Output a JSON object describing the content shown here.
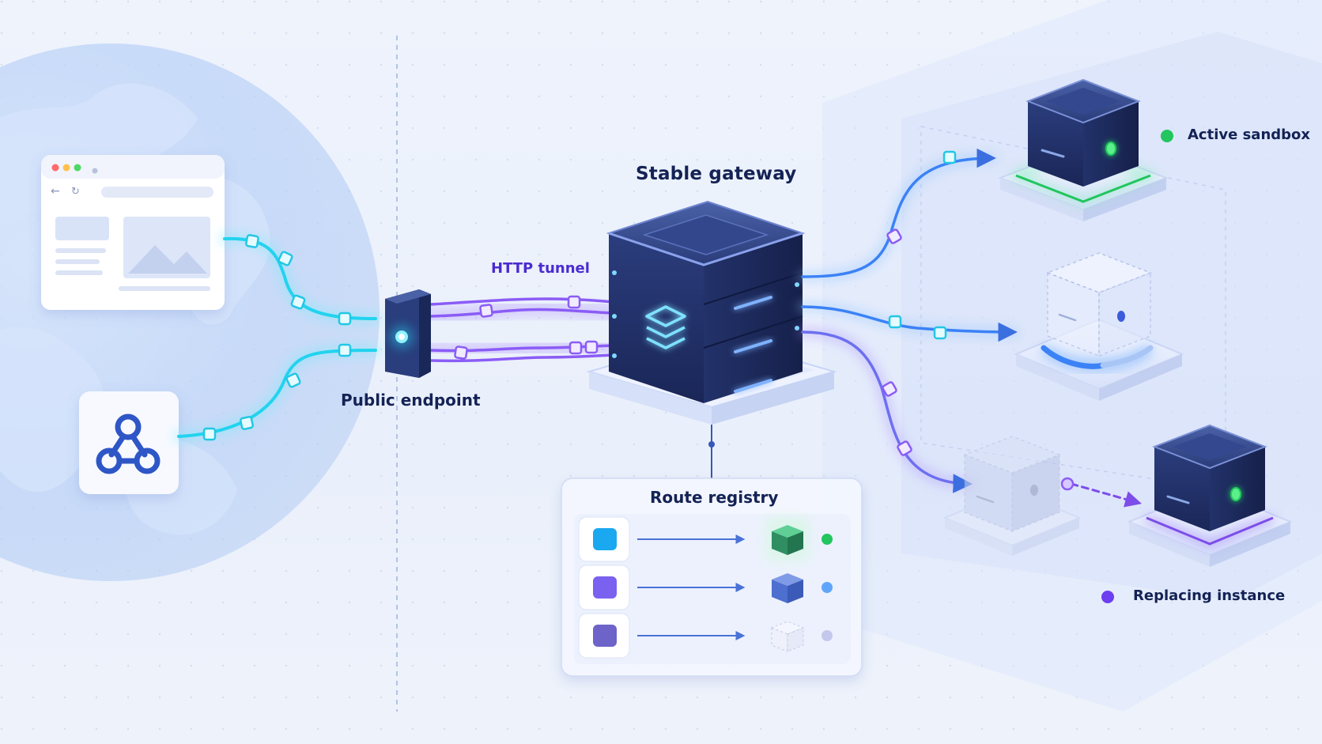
{
  "labels": {
    "gateway": "Stable gateway",
    "tunnel": "HTTP tunnel",
    "endpoint": "Public endpoint",
    "registry": "Route registry",
    "active": "Active sandbox",
    "replacing": "Replacing instance"
  },
  "icons": {
    "browser": "browser-window-icon",
    "webhook": "webhook-icon",
    "endpoint": "endpoint-device-icon",
    "gateway": "gateway-server-icon",
    "layers": "layers-icon",
    "globe": "globe-icon"
  },
  "route_registry": {
    "rows": [
      {
        "source_color": "#1aa8f0",
        "target_state": "active",
        "status_color": "#22c55e"
      },
      {
        "source_color": "#7b61f0",
        "target_state": "provisioning",
        "status_color": "#60a5fa"
      },
      {
        "source_color": "#6d63c9",
        "target_state": "empty",
        "status_color": "#c4c8ec"
      }
    ]
  },
  "sandboxes": [
    {
      "state": "active",
      "indicator_color": "#22c55e"
    },
    {
      "state": "provisioning",
      "indicator_color": "#3b5bdb"
    },
    {
      "state": "faded",
      "indicator_color": "#9aa3bf"
    },
    {
      "state": "replacing",
      "indicator_color": "#22c55e"
    }
  ],
  "colors": {
    "cyan": "#22d3ee",
    "purple": "#8b5cf6",
    "blue": "#3b82f6",
    "green": "#22c55e",
    "navy": "#1f2f6b",
    "legend_active": "#22c55e",
    "legend_replacing": "#6d3df0"
  }
}
